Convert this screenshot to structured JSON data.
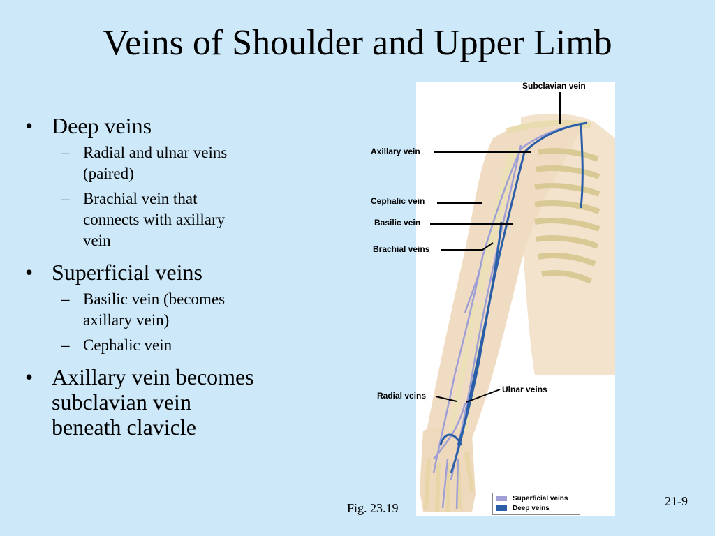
{
  "slide": {
    "title": "Veins of Shoulder and Upper Limb",
    "bullets": [
      {
        "text": "Deep veins",
        "sub": [
          "Radial and ulnar veins (paired)",
          "Brachial vein that connects with axillary vein"
        ]
      },
      {
        "text": "Superficial veins",
        "sub": [
          "Basilic vein (becomes axillary vein)",
          "Cephalic vein"
        ]
      },
      {
        "text": "Axillary vein becomes subclavian vein beneath clavicle"
      }
    ],
    "figure_caption": "Fig. 23.19",
    "page_number": "21-9"
  },
  "figure": {
    "labels": {
      "subclavian": "Subclavian vein",
      "axillary": "Axillary vein",
      "cephalic": "Cephalic vein",
      "basilic": "Basilic vein",
      "brachial": "Brachial veins",
      "ulnar": "Ulnar veins",
      "radial": "Radial veins"
    },
    "legend": {
      "superficial": "Superficial veins",
      "deep": "Deep veins"
    },
    "colors": {
      "superficial": "#9f9fd6",
      "deep": "#2a5fa8",
      "bone": "#e9dcb0",
      "skin": "#f3e2cc"
    }
  }
}
